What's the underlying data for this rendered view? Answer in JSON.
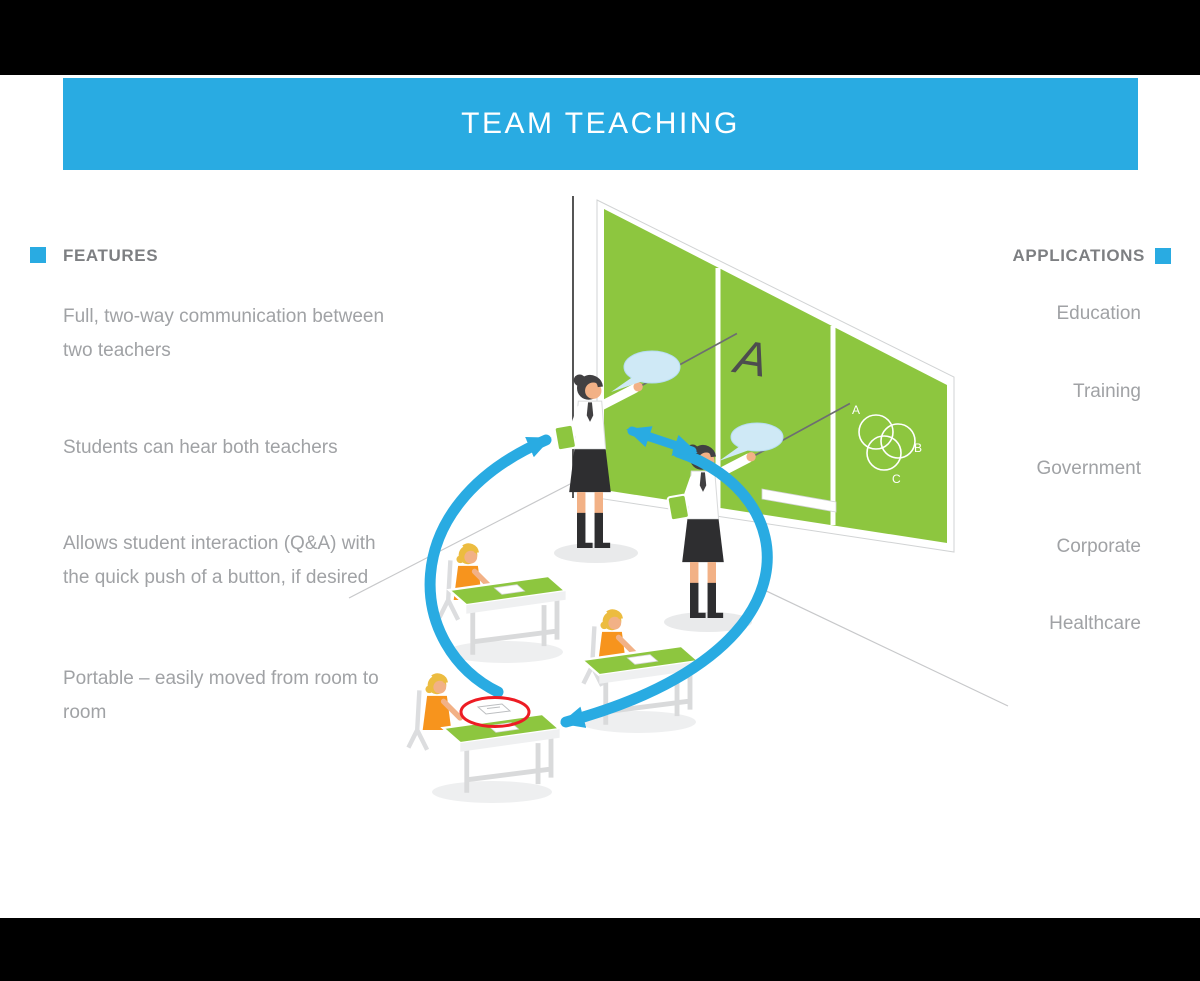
{
  "header": {
    "title": "TEAM TEACHING"
  },
  "features": {
    "heading": "FEATURES",
    "items": [
      "Full, two-way communication between two teachers",
      "Students can hear both teachers",
      "Allows student interaction (Q&A) with the quick push of a button, if desired",
      "Portable – easily moved from room to room"
    ]
  },
  "applications": {
    "heading": "APPLICATIONS",
    "items": [
      "Education",
      "Training",
      "Government",
      "Corporate",
      "Healthcare"
    ]
  },
  "illustration": {
    "board_text": "A",
    "venn_labels": {
      "a": "A",
      "b": "B",
      "c": "C"
    }
  },
  "colors": {
    "accent_blue": "#29abe2",
    "board_green": "#8dc63f",
    "highlight_red": "#ed1c24",
    "text_gray": "#a0a2a5"
  }
}
